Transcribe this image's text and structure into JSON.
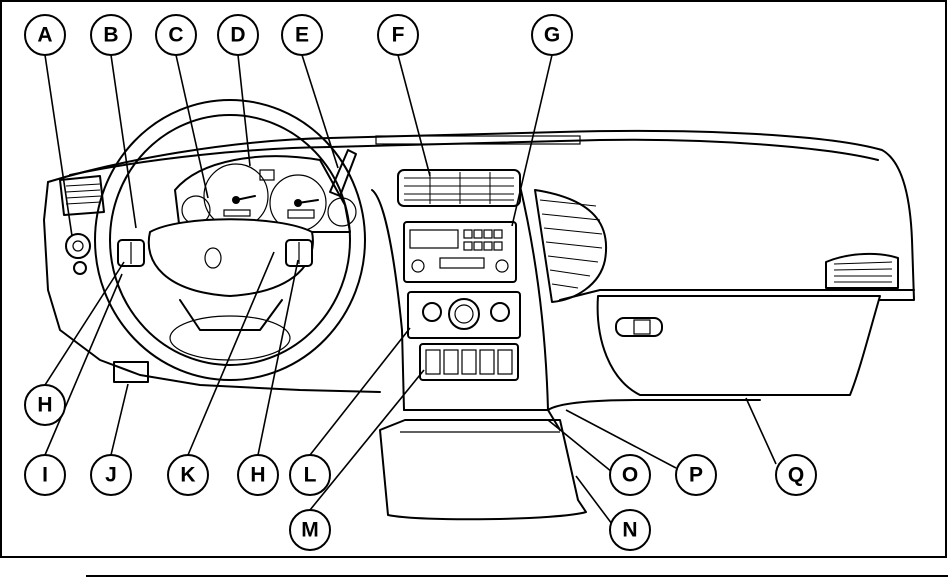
{
  "callouts": [
    {
      "id": "A",
      "label": "A"
    },
    {
      "id": "B",
      "label": "B"
    },
    {
      "id": "C",
      "label": "C"
    },
    {
      "id": "D",
      "label": "D"
    },
    {
      "id": "E",
      "label": "E"
    },
    {
      "id": "F",
      "label": "F"
    },
    {
      "id": "G",
      "label": "G"
    },
    {
      "id": "H1",
      "label": "H"
    },
    {
      "id": "I",
      "label": "I"
    },
    {
      "id": "J",
      "label": "J"
    },
    {
      "id": "K",
      "label": "K"
    },
    {
      "id": "H2",
      "label": "H"
    },
    {
      "id": "L",
      "label": "L"
    },
    {
      "id": "M",
      "label": "M"
    },
    {
      "id": "O",
      "label": "O"
    },
    {
      "id": "P",
      "label": "P"
    },
    {
      "id": "N",
      "label": "N"
    },
    {
      "id": "Q",
      "label": "Q"
    }
  ],
  "colors": {
    "line": "#000000",
    "background": "#ffffff"
  }
}
